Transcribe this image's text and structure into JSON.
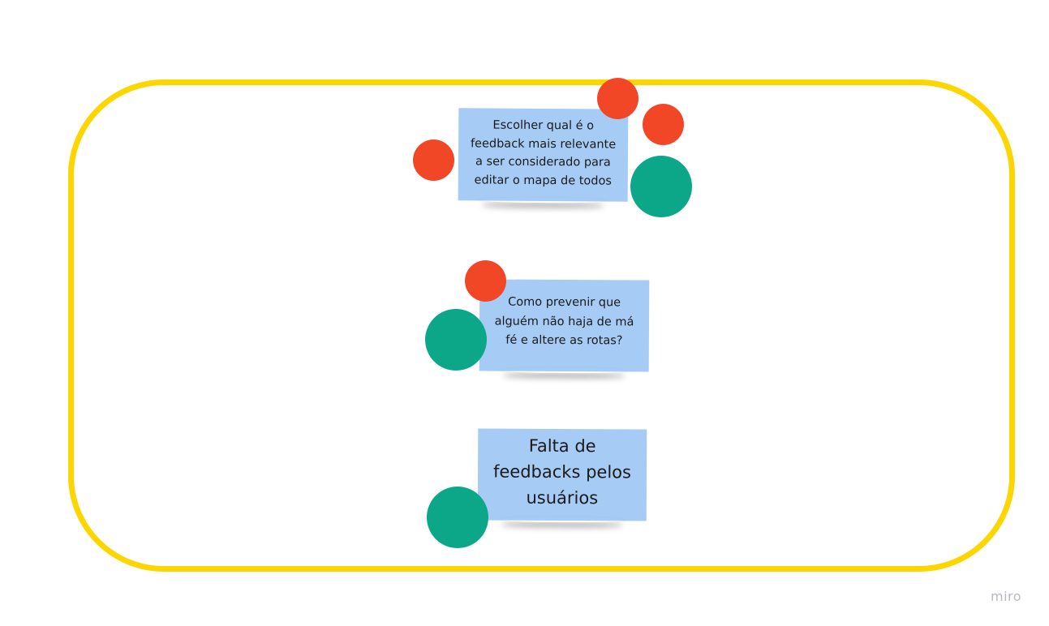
{
  "board": {
    "frame_color": "#FDD602",
    "sticky_color": "#A6CCF5",
    "vote_red": "#F24726",
    "vote_green": "#0CA789"
  },
  "notes": [
    {
      "lines": [
        "Escolher qual é o",
        "feedback mais relevante",
        "a ser considerado para",
        "editar o mapa de todos"
      ],
      "votes_red": 3,
      "votes_green": 1
    },
    {
      "lines": [
        "Como prevenir que",
        "alguém não haja de má",
        "fé e altere as rotas?"
      ],
      "votes_red": 1,
      "votes_green": 1
    },
    {
      "lines": [
        "Falta de",
        "feedbacks pelos",
        "usuários"
      ],
      "votes_red": 0,
      "votes_green": 1
    }
  ],
  "watermark": "miro"
}
